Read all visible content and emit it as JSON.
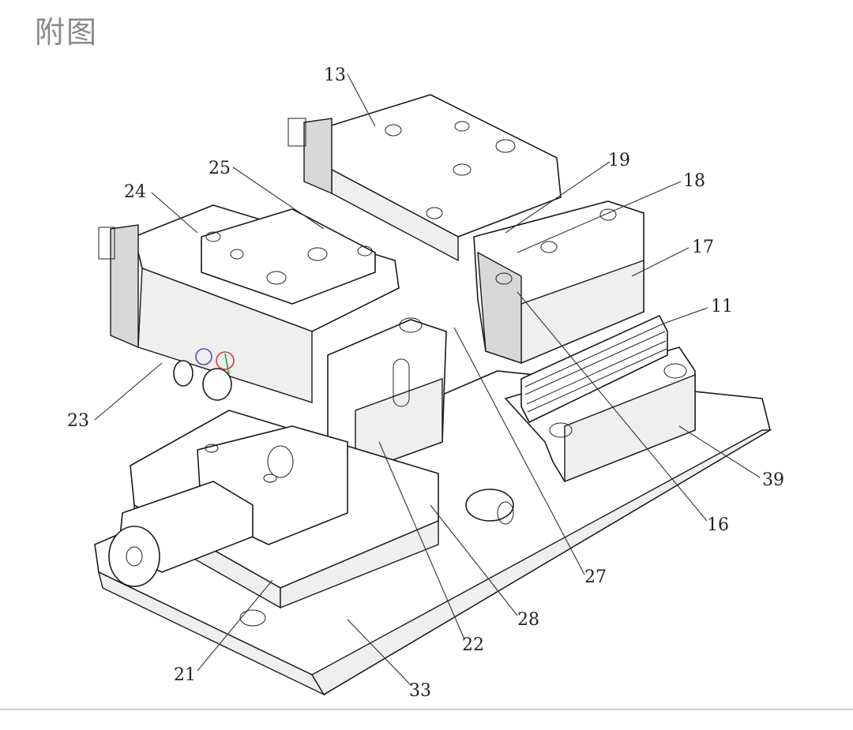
{
  "title": "附图",
  "callouts": [
    {
      "id": "c13",
      "text": "13"
    },
    {
      "id": "c19",
      "text": "19"
    },
    {
      "id": "c18",
      "text": "18"
    },
    {
      "id": "c25",
      "text": "25"
    },
    {
      "id": "c24",
      "text": "24"
    },
    {
      "id": "c17",
      "text": "17"
    },
    {
      "id": "c11",
      "text": "11"
    },
    {
      "id": "c23",
      "text": "23"
    },
    {
      "id": "c39",
      "text": "39"
    },
    {
      "id": "c16",
      "text": "16"
    },
    {
      "id": "c27",
      "text": "27"
    },
    {
      "id": "c28",
      "text": "28"
    },
    {
      "id": "c22",
      "text": "22"
    },
    {
      "id": "c21",
      "text": "21"
    },
    {
      "id": "c33",
      "text": "33"
    }
  ]
}
